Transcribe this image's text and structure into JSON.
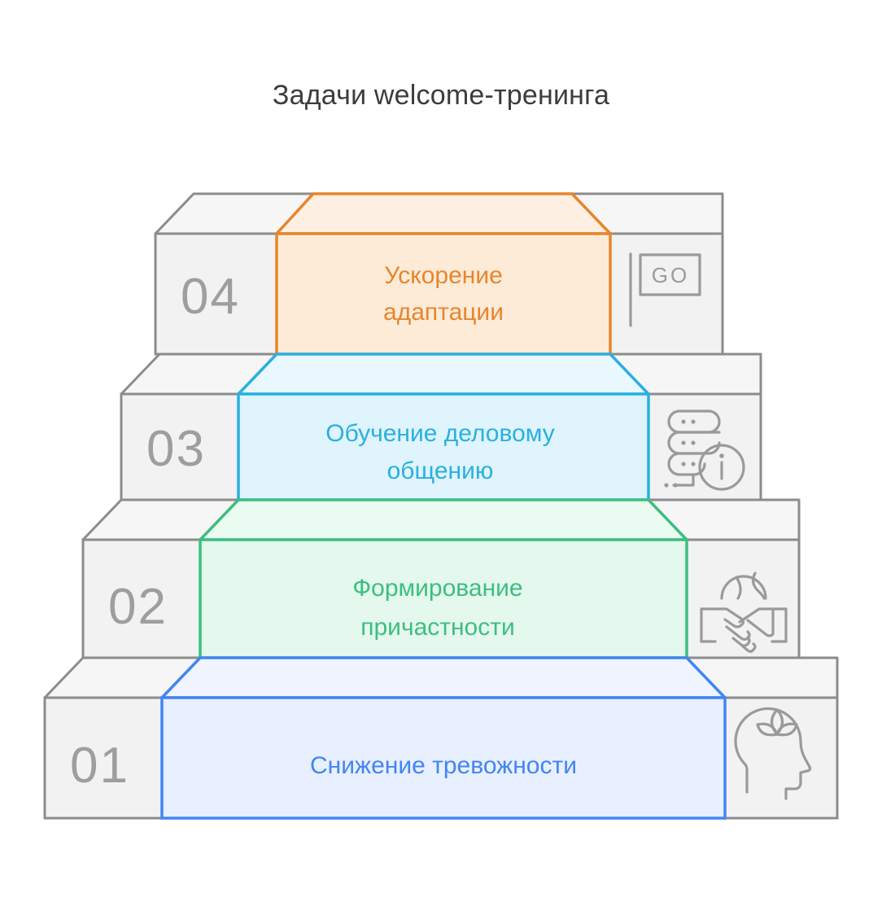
{
  "title": "Задачи welcome-тренинга",
  "diagram": {
    "type": "staircase-pyramid",
    "orientation": "ascending-left-to-top",
    "steps": [
      {
        "number": "01",
        "label_line1": "Снижение тревожности",
        "label_line2": "",
        "accent_color": "#4285F4",
        "fill_color": "#E8EFFE",
        "top_face_color": "#EFF4FE",
        "icon": "head-lotus-icon"
      },
      {
        "number": "02",
        "label_line1": "Формирование",
        "label_line2": "причастности",
        "accent_color": "#3DBE80",
        "fill_color": "#E4F8EE",
        "top_face_color": "#EAFBF2",
        "icon": "handshake-globe-icon"
      },
      {
        "number": "03",
        "label_line1": "Обучение деловому",
        "label_line2": "общению",
        "accent_color": "#29B0E0",
        "fill_color": "#DFF4FD",
        "top_face_color": "#E8F8FE",
        "icon": "server-info-icon"
      },
      {
        "number": "04",
        "label_line1": "Ускорение",
        "label_line2": "адаптации",
        "accent_color": "#E8852C",
        "fill_color": "#FDEBD8",
        "top_face_color": "#FDF0E2",
        "icon": "go-flag-icon"
      }
    ],
    "side_panel_fill": "#F2F2F2",
    "side_panel_top_fill": "#F6F6F6",
    "side_panel_stroke": "#8C8C8C",
    "number_color": "#9E9E9E",
    "icon_color": "#9A9A9A",
    "flag_label": "GO",
    "info_label": "i"
  }
}
